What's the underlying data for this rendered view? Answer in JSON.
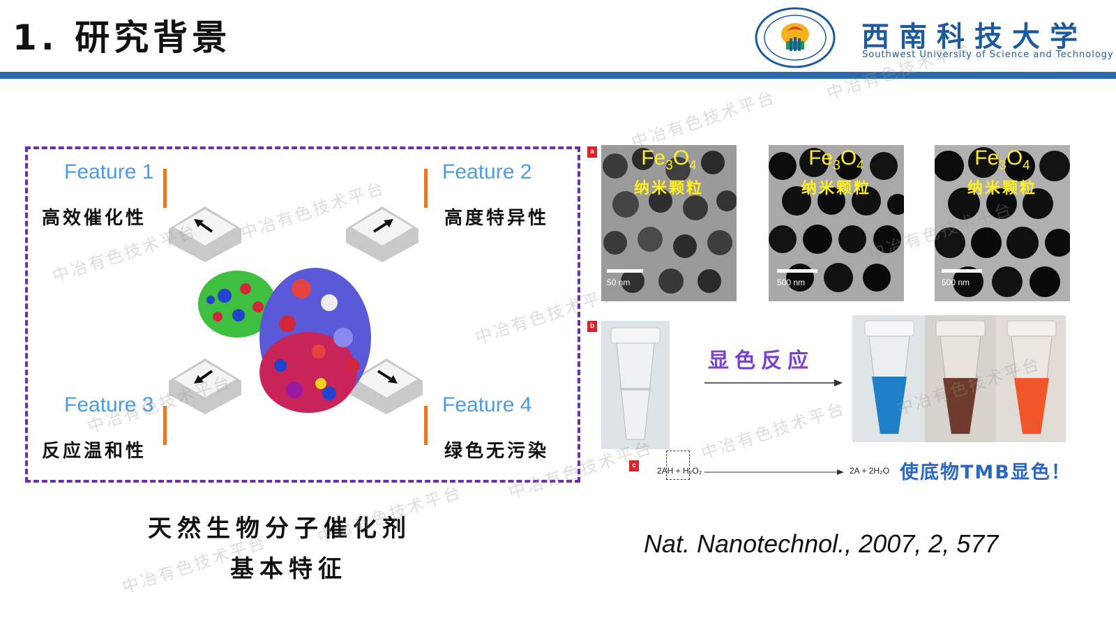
{
  "header": {
    "title": "1. 研究背景",
    "university_cn": "西南科技大学",
    "university_en": "Southwest University of Science and Technology",
    "accent_color": "#2c6aaa"
  },
  "features": [
    {
      "title": "Feature 1",
      "desc": "高效催化性",
      "key_arrow": "arrow-up-left-icon"
    },
    {
      "title": "Feature 2",
      "desc": "高度特异性",
      "key_arrow": "arrow-up-right-icon"
    },
    {
      "title": "Feature 3",
      "desc": "反应温和性",
      "key_arrow": "arrow-down-left-icon"
    },
    {
      "title": "Feature 4",
      "desc": "绿色无污染",
      "key_arrow": "arrow-down-right-icon"
    }
  ],
  "left_caption": {
    "line1": "天然生物分子催化剂",
    "line2": "基本特征"
  },
  "right_panel": {
    "tag_a": "a",
    "tag_b": "b",
    "tag_c": "c",
    "tem_images": [
      {
        "material": "Fe3O4",
        "label": "纳米颗粒",
        "scale": "50 nm"
      },
      {
        "material": "Fe3O4",
        "label": "纳米颗粒",
        "scale": "500 nm"
      },
      {
        "material": "Fe3O4",
        "label": "纳米颗粒",
        "scale": "500 nm"
      }
    ],
    "reaction_label": "显色反应",
    "equation_left": "2AH + H₂O₂",
    "equation_right": "2A + 2H₂O",
    "tmb_label": "使底物TMB显色！",
    "tube_colors": [
      "#dfe6ea",
      "#1f7fc9",
      "#6e3b2c",
      "#f0562a"
    ]
  },
  "citation": "Nat. Nanotechnol., 2007, 2, 577",
  "watermark": "中冶有色技术平台"
}
